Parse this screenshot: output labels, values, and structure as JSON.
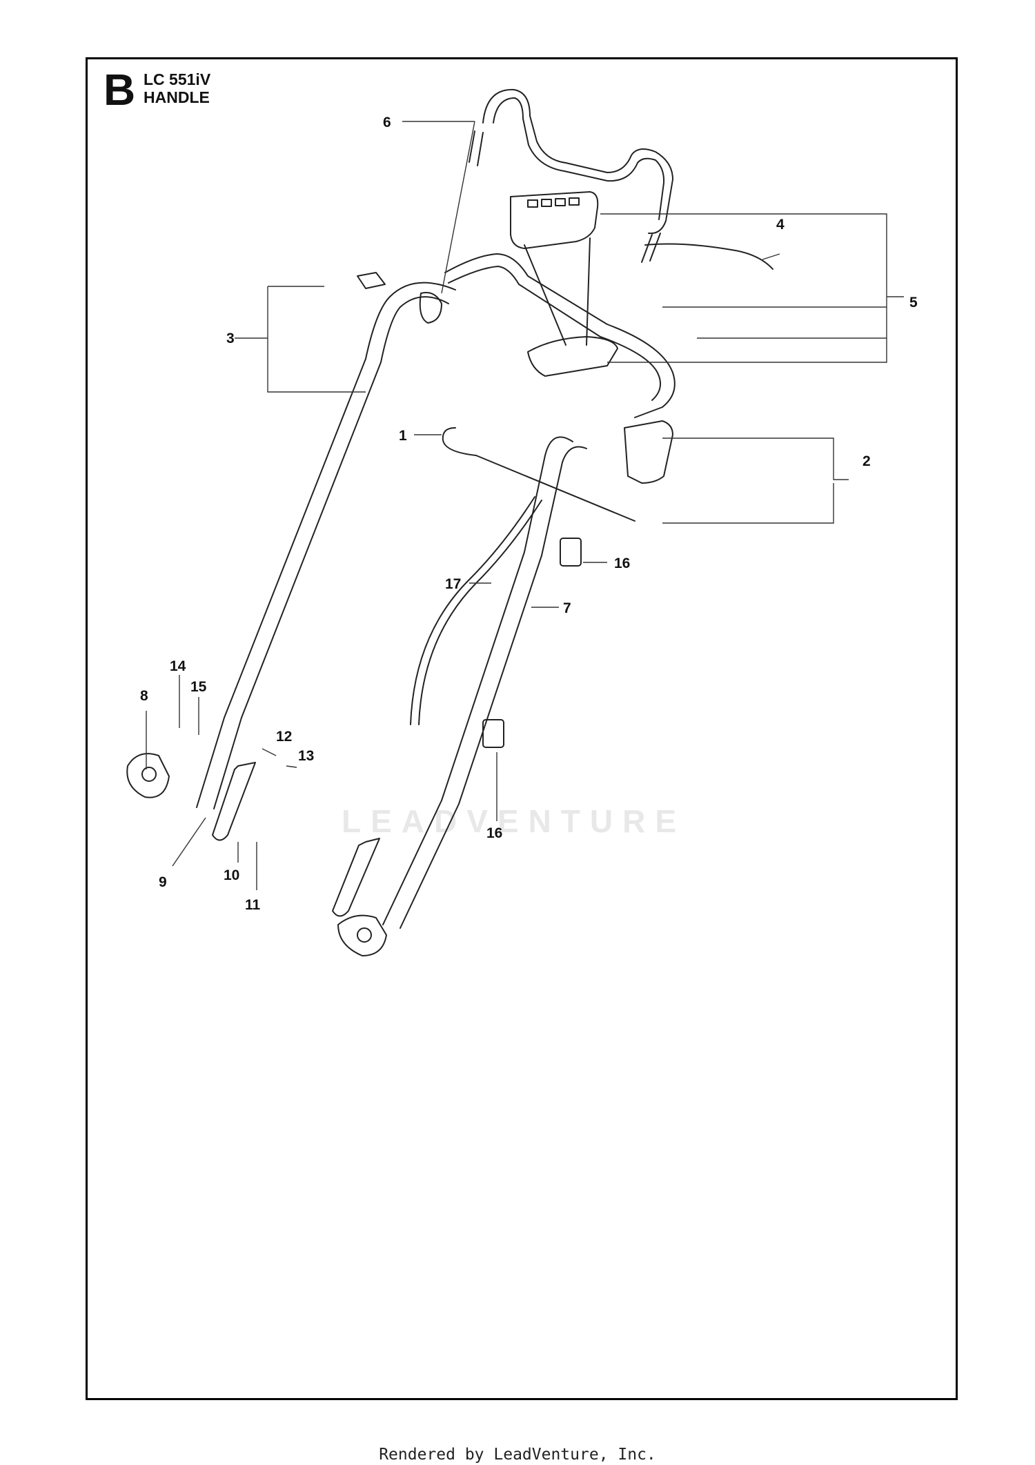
{
  "section_letter": "B",
  "model": "LC 551iV",
  "assembly": "HANDLE",
  "watermark": "LEADVENTURE",
  "footer": "Rendered by LeadVenture, Inc.",
  "callouts": [
    {
      "id": "1",
      "label": "1"
    },
    {
      "id": "2",
      "label": "2"
    },
    {
      "id": "3",
      "label": "3"
    },
    {
      "id": "4",
      "label": "4"
    },
    {
      "id": "5",
      "label": "5"
    },
    {
      "id": "6",
      "label": "6"
    },
    {
      "id": "7",
      "label": "7"
    },
    {
      "id": "8",
      "label": "8"
    },
    {
      "id": "9",
      "label": "9"
    },
    {
      "id": "10",
      "label": "10"
    },
    {
      "id": "11",
      "label": "11"
    },
    {
      "id": "12",
      "label": "12"
    },
    {
      "id": "13",
      "label": "13"
    },
    {
      "id": "14",
      "label": "14"
    },
    {
      "id": "15",
      "label": "15"
    },
    {
      "id": "16a",
      "label": "16"
    },
    {
      "id": "16b",
      "label": "16"
    },
    {
      "id": "17",
      "label": "17"
    }
  ]
}
